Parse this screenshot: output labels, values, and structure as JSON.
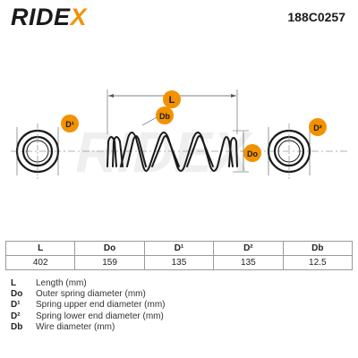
{
  "header": {
    "brand": "RIDE",
    "brand_x": "X",
    "part_number": "188C0257"
  },
  "diagram": {
    "label_length": "L",
    "label_wire": "Db",
    "label_upper": "D¹",
    "label_outer": "Do",
    "label_lower": "D²",
    "watermark": "RIDEX"
  },
  "colors": {
    "accent": "#f29200",
    "spring": "#1a1a1a",
    "watermark": "#eeeeee"
  },
  "table": {
    "headers": [
      "L",
      "Do",
      "D¹",
      "D²",
      "Db"
    ],
    "values": [
      "402",
      "159",
      "135",
      "135",
      "12.5"
    ]
  },
  "legend": [
    {
      "key": "L",
      "desc": "Length (mm)"
    },
    {
      "key": "Do",
      "desc": "Outer spring diameter (mm)"
    },
    {
      "key": "D¹",
      "desc": "Spring upper end diameter (mm)"
    },
    {
      "key": "D²",
      "desc": "Spring lower end diameter (mm)"
    },
    {
      "key": "Db",
      "desc": "Wire diameter (mm)"
    }
  ]
}
